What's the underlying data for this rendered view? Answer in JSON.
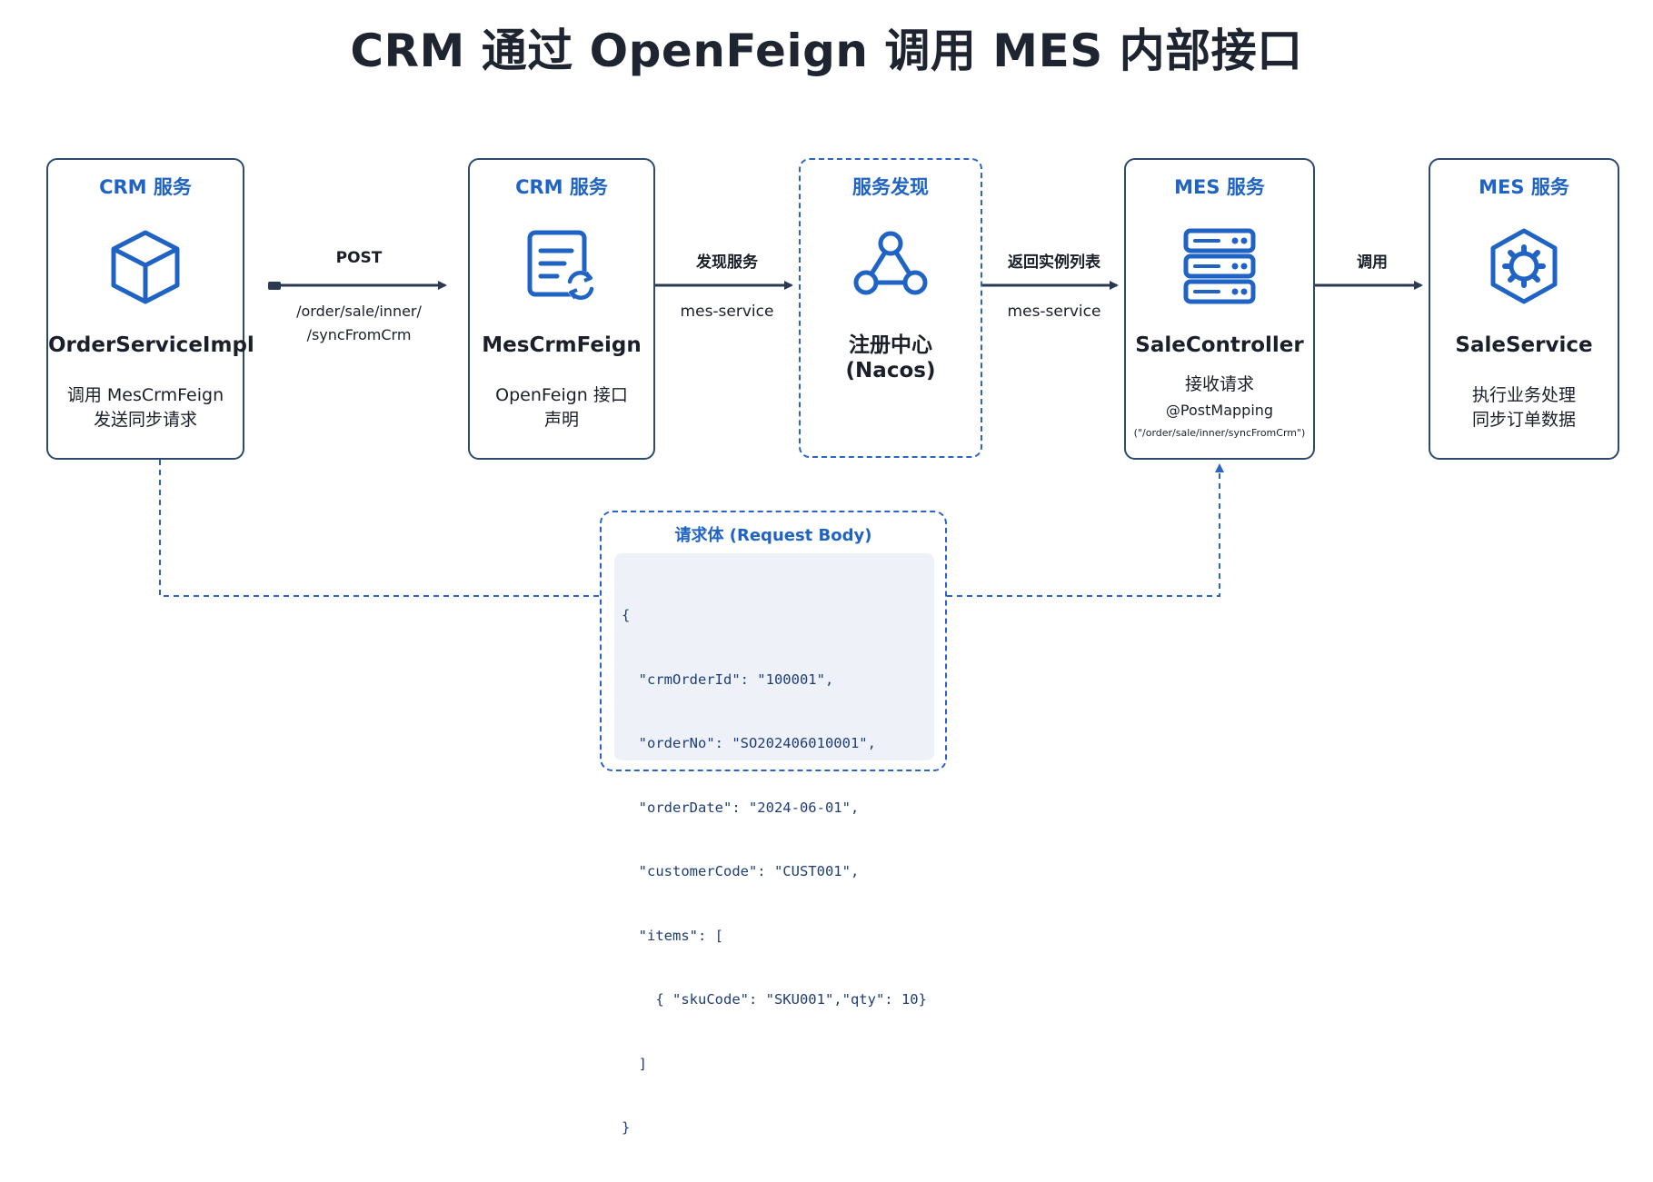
{
  "title": "CRM 通过 OpenFeign 调用 MES 内部接口",
  "nodes": [
    {
      "header": "CRM 服务",
      "icon": "cube-icon",
      "name": "OrderServiceImpl",
      "desc": [
        "调用 MesCrmFeign",
        "发送同步请求"
      ]
    },
    {
      "header": "CRM 服务",
      "icon": "document-sync-icon",
      "name": "MesCrmFeign",
      "desc": [
        "OpenFeign 接口",
        "声明"
      ]
    },
    {
      "header": "服务发现",
      "icon": "network-triangle-icon",
      "name": [
        "注册中心",
        "(Nacos)"
      ]
    },
    {
      "header": "MES 服务",
      "icon": "server-icon",
      "name": "SaleController",
      "desc": [
        "接收请求"
      ],
      "annotation": "@PostMapping",
      "annotation_value": "(\"/order/sale/inner/syncFromCrm\")"
    },
    {
      "header": "MES 服务",
      "icon": "gear-hexagon-icon",
      "name": "SaleService",
      "desc": [
        "执行业务处理",
        "同步订单数据"
      ]
    }
  ],
  "edges": [
    {
      "label": "POST",
      "sublabel": [
        "/order/sale/inner/",
        "/syncFromCrm"
      ]
    },
    {
      "label": "发现服务",
      "sublabel": "mes-service"
    },
    {
      "label": "返回实例列表",
      "sublabel": "mes-service"
    },
    {
      "label": "调用"
    }
  ],
  "request": {
    "title": "请求体 (Request Body)",
    "code_lines": [
      "{",
      "  \"crmOrderId\": \"100001\",",
      "  \"orderNo\": \"SO202406010001\",",
      "  \"orderDate\": \"2024-06-01\",",
      "  \"customerCode\": \"CUST001\",",
      "  \"items\": [",
      "    { \"skuCode\": \"SKU001\",\"qty\": 10}",
      "  ]",
      "}"
    ]
  },
  "colors": {
    "accent": "#1f63c4",
    "border": "#2d4a6e",
    "arrow": "#2b3a52",
    "code_bg": "#eef2f8"
  }
}
